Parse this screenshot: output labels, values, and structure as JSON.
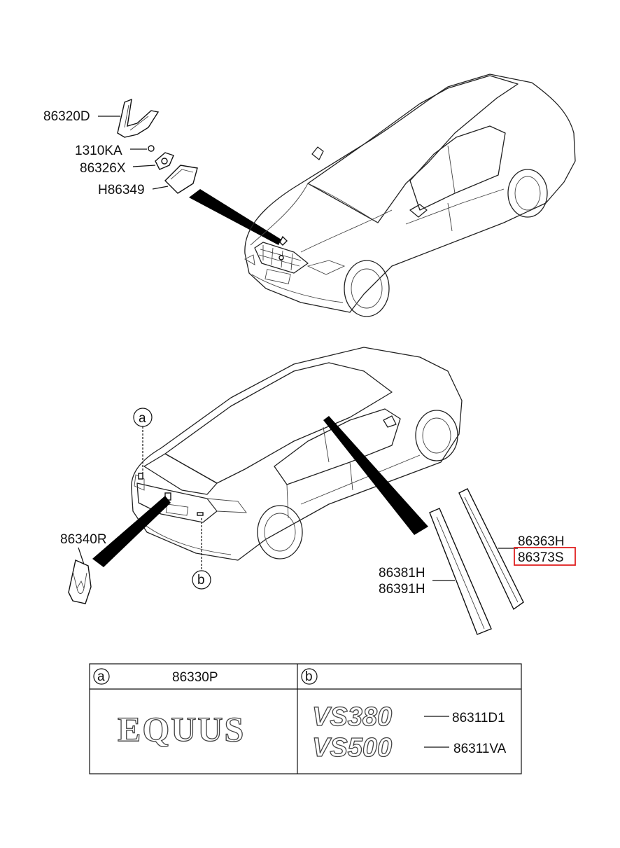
{
  "callouts": {
    "hood_emblem": "86320D",
    "nut": "1310KA",
    "bracket": "86326X",
    "pad": "H86349",
    "trunk_emblem": "86340R",
    "pillar_front_a": "86363H",
    "pillar_front_b": "86373S",
    "pillar_rear_a": "86381H",
    "pillar_rear_b": "86391H",
    "circle_a": "a",
    "circle_b": "b"
  },
  "table": {
    "a_marker": "a",
    "a_part": "86330P",
    "a_emblem_text": "EQUUS",
    "b_marker": "b",
    "b_rows": [
      {
        "emblem": "VS380",
        "part": "86311D1"
      },
      {
        "emblem": "VS500",
        "part": "86311VA"
      }
    ]
  },
  "highlight": {
    "target": "86373S",
    "color": "#e02020"
  }
}
